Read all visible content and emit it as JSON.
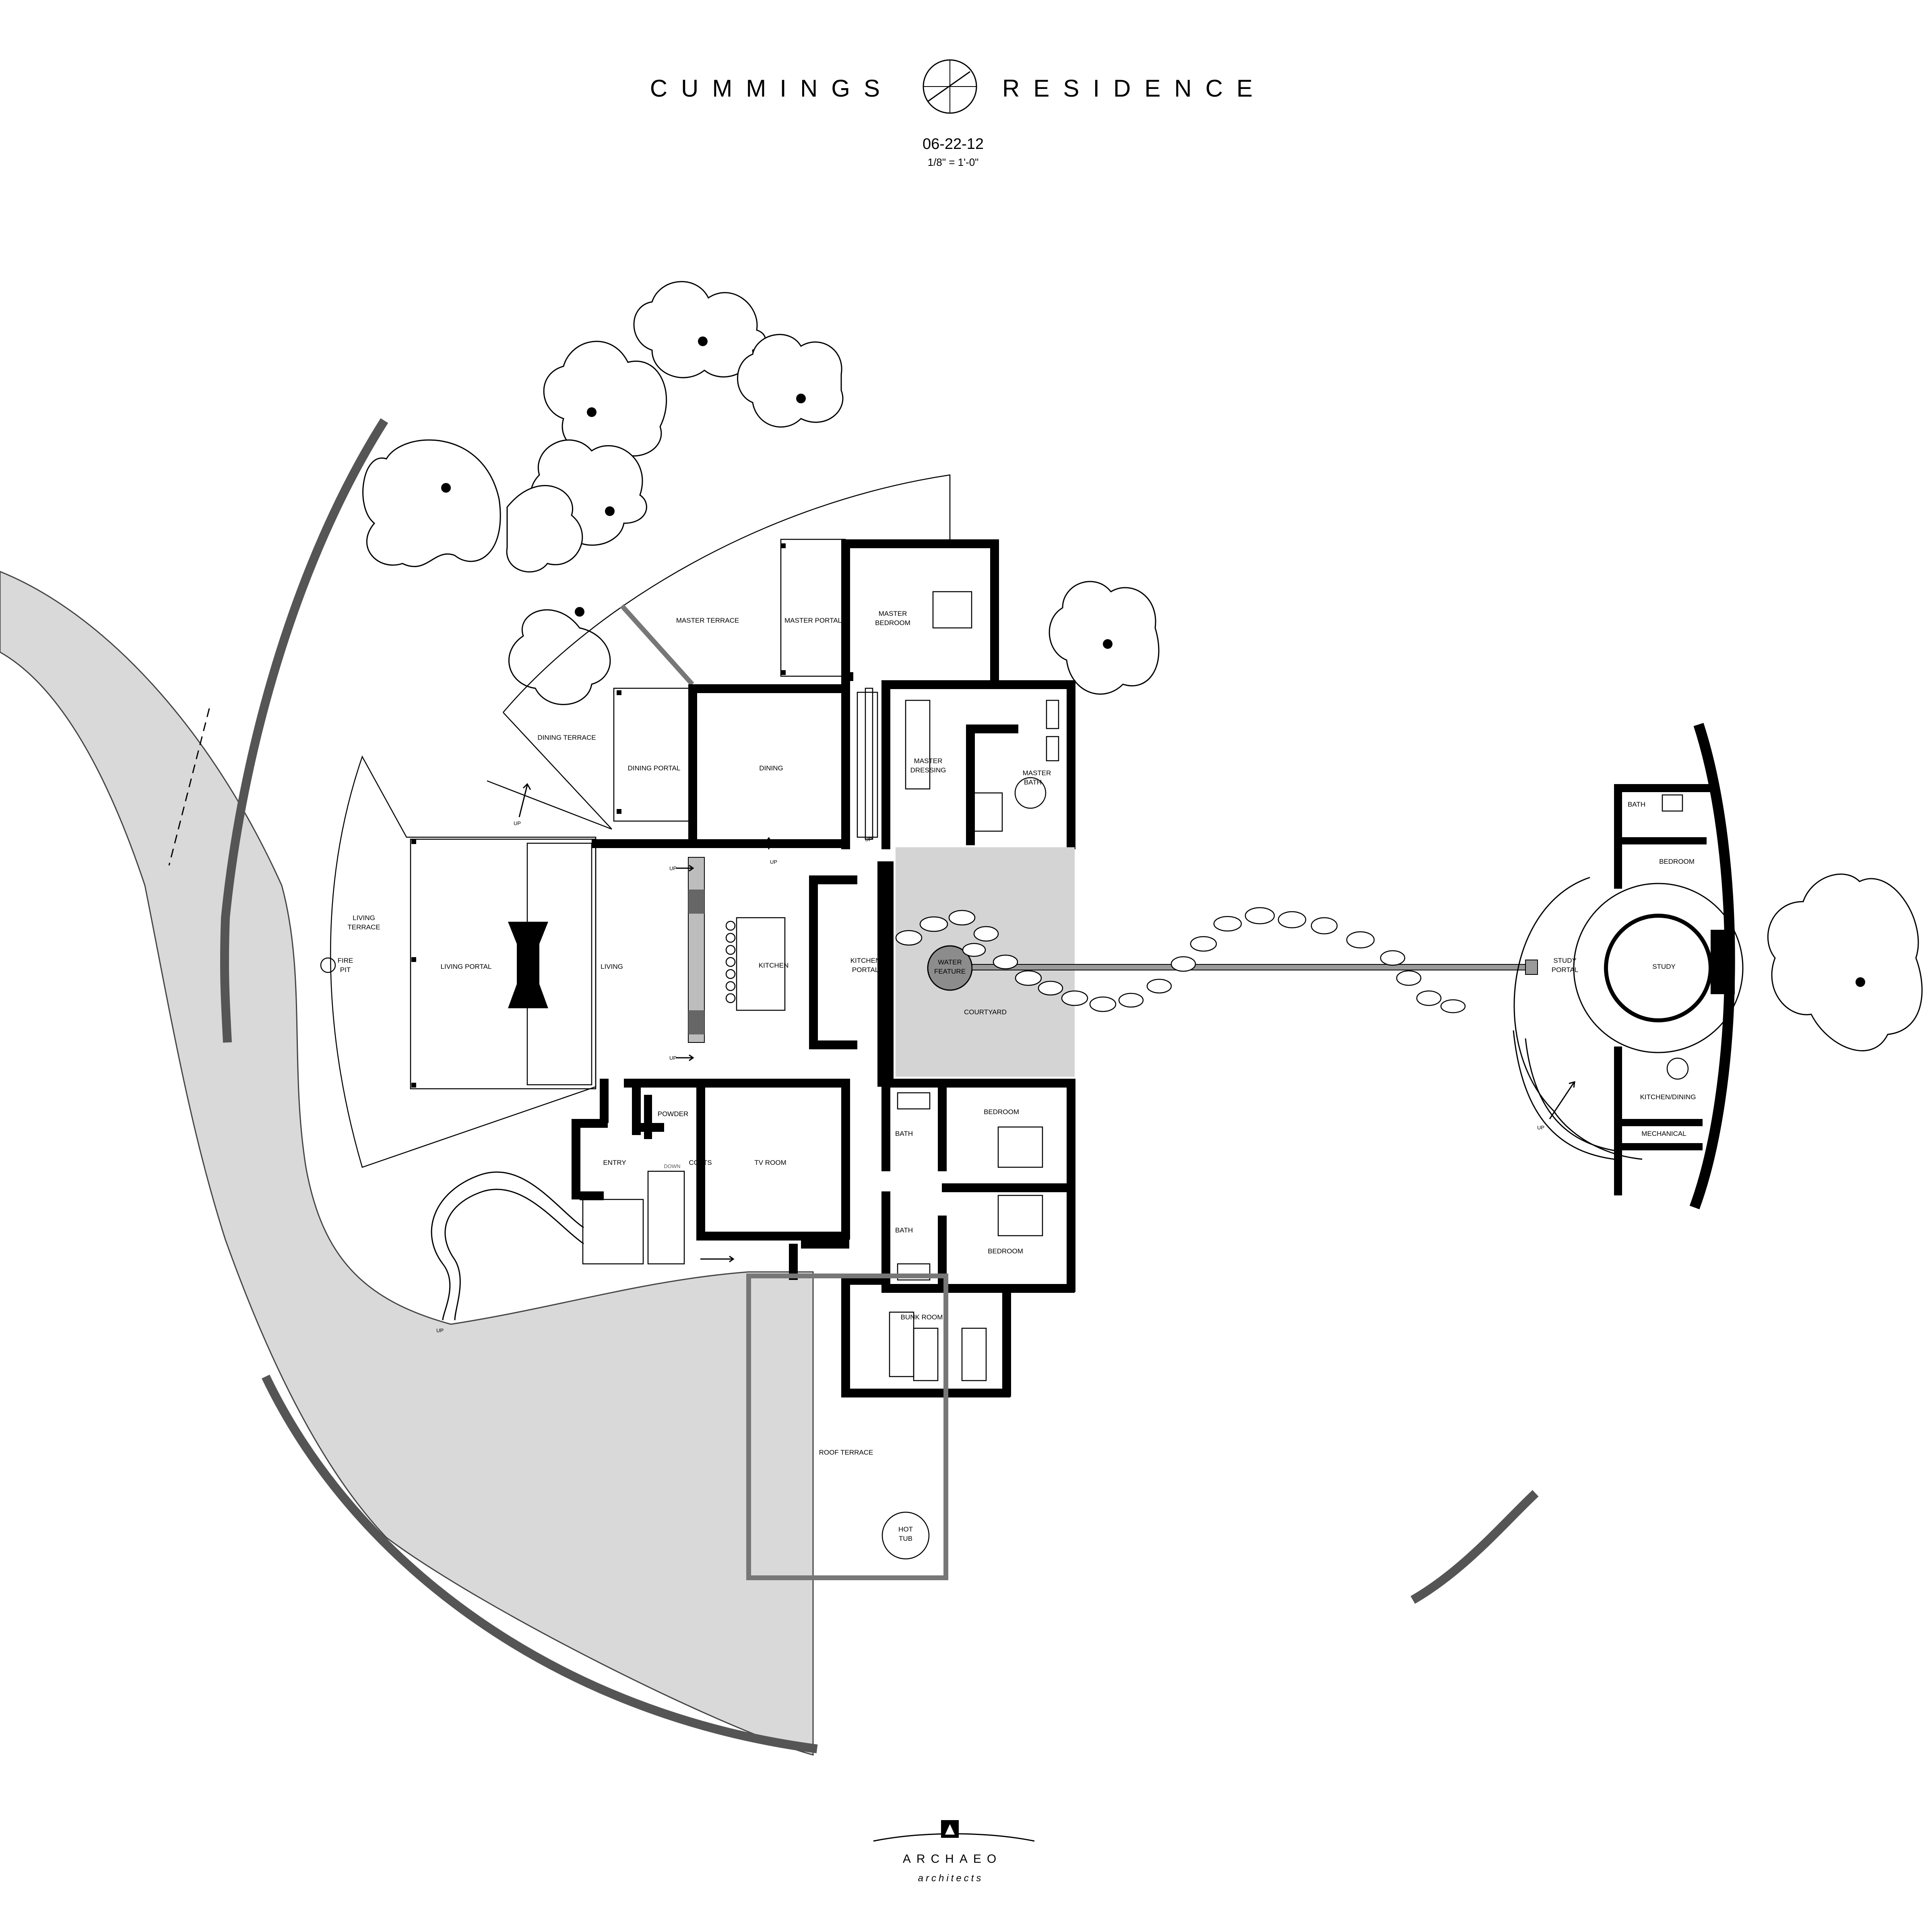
{
  "title_left": "CUMMINGS",
  "title_right": "RESIDENCE",
  "date": "06-22-12",
  "scale": "1/8\" = 1'-0\"",
  "brand": "ARCHAEO",
  "brand_sub": "architects",
  "rooms": {
    "master_terrace": "MASTER TERRACE",
    "master_portal": "MASTER PORTAL",
    "master_bedroom_1": "MASTER",
    "master_bedroom_2": "BEDROOM",
    "dining_terrace": "DINING TERRACE",
    "dining_portal": "DINING PORTAL",
    "dining": "DINING",
    "master_dressing_1": "MASTER",
    "master_dressing_2": "DRESSING",
    "master_bath_1": "MASTER",
    "master_bath_2": "BATH",
    "living_terrace_1": "LIVING",
    "living_terrace_2": "TERRACE",
    "fire_pit_1": "FIRE",
    "fire_pit_2": "PIT",
    "living_portal": "LIVING PORTAL",
    "living": "LIVING",
    "kitchen": "KITCHEN",
    "kitchen_portal_1": "KITCHEN",
    "kitchen_portal_2": "PORTAL",
    "water_feature_1": "WATER",
    "water_feature_2": "FEATURE",
    "courtyard": "COURTYARD",
    "powder": "POWDER",
    "coats": "COATS",
    "entry": "ENTRY",
    "down": "DOWN",
    "tv_room": "TV ROOM",
    "bath_1": "BATH",
    "bedroom_1": "BEDROOM",
    "bath_2": "BATH",
    "bedroom_2": "BEDROOM",
    "bunk_room": "BUNK ROOM",
    "roof_terrace": "ROOF TERRACE",
    "hot_tub_1": "HOT",
    "hot_tub_2": "TUB",
    "study_bath": "BATH",
    "study_bedroom": "BEDROOM",
    "study_portal_1": "STUDY",
    "study_portal_2": "PORTAL",
    "study": "STUDY",
    "kitchen_dining": "KITCHEN/DINING",
    "mechanical": "MECHANICAL"
  },
  "up_label": "UP"
}
